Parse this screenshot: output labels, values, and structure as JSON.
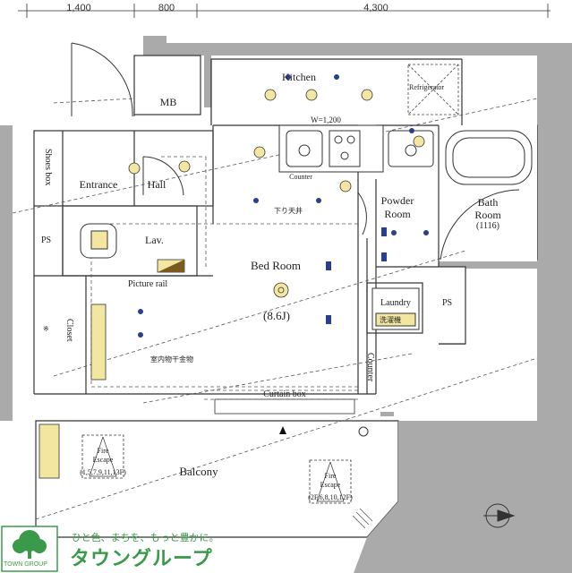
{
  "dimensions": [
    "1,400",
    "800",
    "4,300"
  ],
  "rooms": {
    "kitchen": "Kitchen",
    "mb": "MB",
    "refrigerator": "Refrigerator",
    "counter_width": "W=1,200",
    "counter": "Counter",
    "shoes_box": "Shoes box",
    "entrance": "Entrance",
    "hall": "Hall",
    "ps_left": "PS",
    "lav": "Lav.",
    "powder_room": [
      "Powder",
      "Room"
    ],
    "bath_room": [
      "Bath",
      "Room",
      "(1116)"
    ],
    "ps_right": "PS",
    "bed_room": "Bed Room",
    "bed_room_size": "(8.6J)",
    "lowered_ceiling": "下り天井",
    "picture_rail": "Picture rail",
    "closet": "Closet",
    "closet_mark": "※",
    "drying_fixture": "室内物干金物",
    "laundry": "Laundry",
    "washer_pan": "洗濯機",
    "counter_vertical": "Counter",
    "curtain_box": "Curtain box",
    "balcony": "Balcony",
    "fire_escape_left": [
      "Fire",
      "Escape",
      "(1,5,7,9,11,13F)"
    ],
    "fire_escape_right": [
      "Fire",
      "Escape",
      "(2F,6,8,10,12F)"
    ]
  },
  "logo": {
    "tagline": "ひと色、まちを、もっと豊かに。",
    "brand": "タウングループ",
    "small_text": "TOWN GROUP"
  },
  "colors": {
    "wall_gray": "#aaaaaa",
    "line": "#333333",
    "fixture_yellow": "#f2e6a0",
    "light_blue": "#2a3f8f",
    "brand_green": "#3a9a4a"
  },
  "icons": [
    "compass-icon",
    "stove-icon",
    "toilet-icon",
    "bathtub-icon",
    "sink-icon",
    "light-icon",
    "outlet-icon"
  ]
}
